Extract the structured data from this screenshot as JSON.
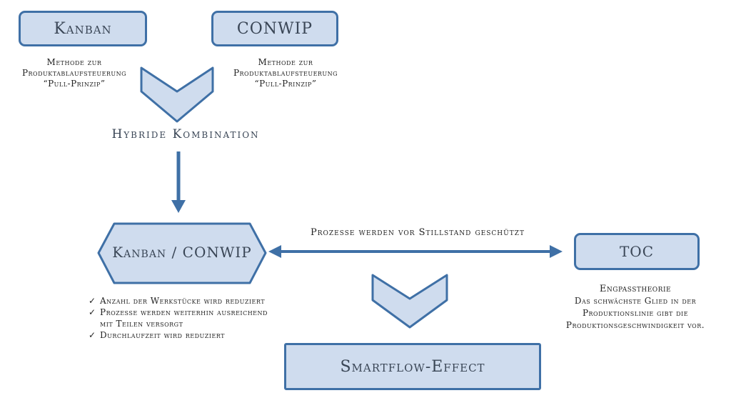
{
  "kanban": {
    "title": "Kanban",
    "caption": [
      "Methode zur",
      "Produktablaufsteuerung",
      "“Pull-Prinzip”"
    ]
  },
  "conwip": {
    "title": "CONWIP",
    "caption": [
      "Methode zur",
      "Produktablaufsteuerung",
      "“Pull-Prinzip”"
    ]
  },
  "hybrid_label": "Hybride Kombination",
  "combined": {
    "title": "Kanban / CONWIP"
  },
  "arrow_label": "Prozesse werden vor Stillstand geschützt",
  "toc": {
    "title": "TOC",
    "heading": "Engpasstheorie",
    "lines": [
      "Das schwächste Glied in der",
      "Produktionslinie gibt die",
      "Produktionsgeschwindigkeit vor."
    ]
  },
  "benefits": [
    {
      "tick": "✓",
      "text": "Anzahl der Werkstücke wird reduziert"
    },
    {
      "tick": "✓",
      "text": "Prozesse werden weiterhin ausreichend"
    },
    {
      "tick": "",
      "text": "mit Teilen versorgt"
    },
    {
      "tick": "✓",
      "text": "Durchlaufzeit wird reduziert"
    }
  ],
  "result": {
    "title": "Smartflow-Effect"
  },
  "colors": {
    "fill": "#cfdcee",
    "stroke": "#3f70a6",
    "text": "#3a4656"
  }
}
